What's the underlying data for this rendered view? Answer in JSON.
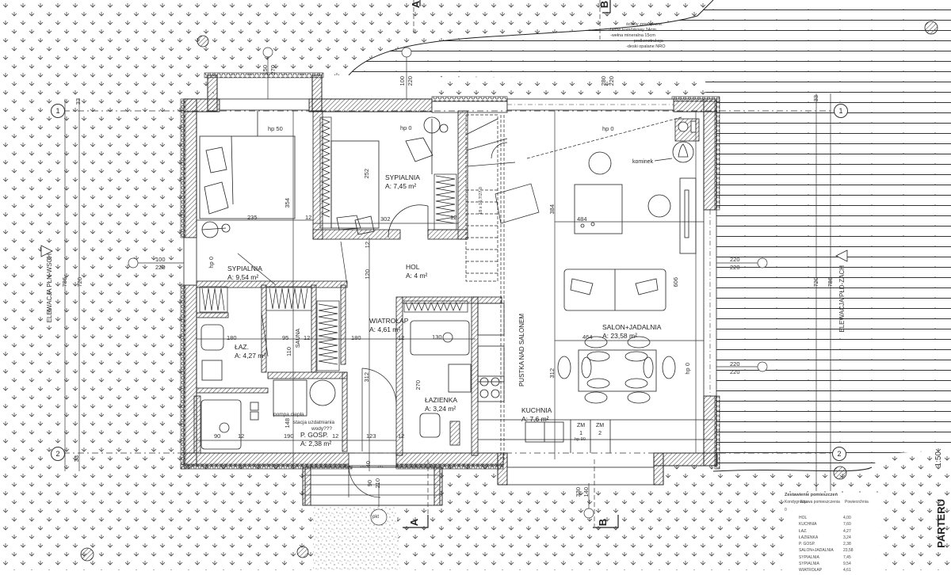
{
  "drawing": {
    "type": "floor plan",
    "scale": "1:50",
    "title_fragment": "PARTERU",
    "wall_note": {
      "lines": [
        "ściany zewnętrzne:",
        "-beton komórkowy 24cm",
        "-wełna mineralna 15cm",
        "-podkonstrukcja",
        "-deski opalane NRO"
      ]
    }
  },
  "rooms": [
    {
      "name": "SYPIALNIA",
      "area": "A: 9,54 m²"
    },
    {
      "name": "SYPIALNIA",
      "area": "A: 7,45 m²"
    },
    {
      "name": "HOL",
      "area": "A: 4 m²"
    },
    {
      "name": "WIATROŁAP",
      "area": "A: 4,61 m²"
    },
    {
      "name": "ŁAZ.",
      "area": "A: 4,27 m²"
    },
    {
      "name": "ŁAZIENKA",
      "area": "A: 3,24 m²"
    },
    {
      "name": "P. GOSP.",
      "area": "A: 2,38 m²"
    },
    {
      "name": "KUCHNIA",
      "area": "A: 7,6 m²"
    },
    {
      "name": "SALON+JADALNIA",
      "area": "A: 23,58 m²"
    }
  ],
  "annotations": {
    "kominek": "kominek",
    "pustka": "PUSTKA NAD SALONEM",
    "sauna": "SAUNA",
    "pompa": "pompa ciepła",
    "stacja": "stacja uzdatniania",
    "wody": "wody???",
    "zm1": "ZM\n1",
    "zm2": "ZM\n2",
    "zm1_label": "ZM",
    "zm1_num": "1",
    "zm2_label": "ZM",
    "zm2_num": "2",
    "hp50": "hp 50",
    "hp0a": "hp 0",
    "hp0b": "hp 0",
    "hp0c": "hp 0",
    "hp0d": "hp 0",
    "hp90": "hp 90",
    "entry": "pkt",
    "stairs_note": "18 x 16,7/27,0"
  },
  "elevations": {
    "left": "ELEWACJA PŁN-WSCH",
    "right": "ELEWACJA PŁD-ZACH"
  },
  "sections": {
    "a": "A",
    "b": "B"
  },
  "axes": {
    "one": "1",
    "two": "2"
  },
  "dimensions": {
    "d235": "235",
    "d354": "354",
    "d12a": "12",
    "d252": "252",
    "d302": "302",
    "d12b": "12",
    "d384": "384",
    "d484": "484",
    "d120": "120",
    "d12c": "12",
    "d606": "606",
    "d180a": "180",
    "d95": "95",
    "d12d": "12",
    "d180b": "180",
    "d12e": "12",
    "d110": "110",
    "d130": "130",
    "d464": "464",
    "d270": "270",
    "d312a": "312",
    "d312b": "312",
    "d90": "90",
    "d12f": "12",
    "d190": "190",
    "d12g": "12",
    "d123": "123",
    "d12h": "12",
    "d148": "148",
    "d100a": "100",
    "d220a": "220",
    "d280": "280",
    "d220b": "220",
    "d150": "150",
    "d270b": "270",
    "d100b": "100",
    "d220c": "220",
    "d220d": "220",
    "d220e": "220",
    "d220f": "220",
    "d220g": "220",
    "d33a": "33",
    "d33b": "33",
    "d33c": "33",
    "d720a": "720",
    "d786a": "786",
    "d720b": "720",
    "d786b": "786",
    "d40": "40",
    "d90b": "90",
    "d210": "210",
    "d330": "330",
    "d140": "140"
  },
  "schedule": {
    "title": "Zestawienie pomieszczeń",
    "headers": [
      "Kondygnacja",
      "Nazwa pomieszczenia",
      "Powierzchnia"
    ],
    "floor": "0",
    "rows": [
      {
        "name": "HOL",
        "area": "4,00"
      },
      {
        "name": "KUCHNIA",
        "area": "7,60"
      },
      {
        "name": "ŁAZ.",
        "area": "4,27"
      },
      {
        "name": "ŁAZIENKA",
        "area": "3,24"
      },
      {
        "name": "P. GOSP.",
        "area": "2,38"
      },
      {
        "name": "SALON+JADALNIA",
        "area": "23,58"
      },
      {
        "name": "SYPIALNIA",
        "area": "7,45"
      },
      {
        "name": "SYPIALNIA",
        "area": "9,54"
      },
      {
        "name": "WIATROŁAP",
        "area": "4,61"
      }
    ]
  },
  "colors": {
    "line": "#222222",
    "hatch": "#555555",
    "paper": "#ffffff"
  }
}
